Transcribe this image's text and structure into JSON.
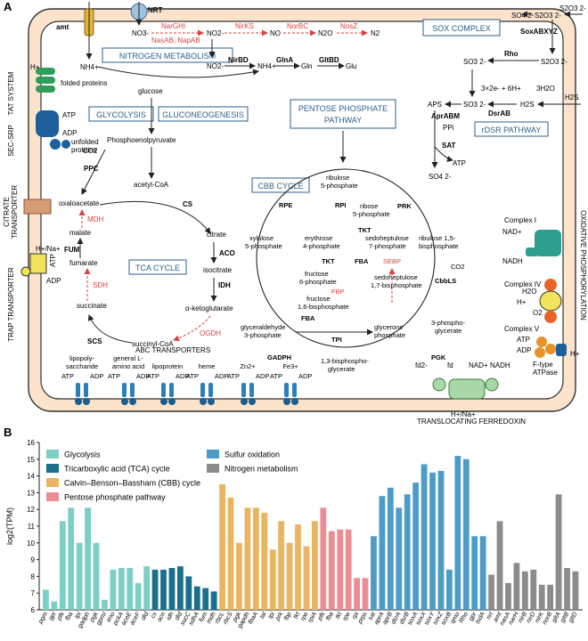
{
  "panel_a": {
    "label": "A",
    "boxes": {
      "nitrogen": "NITROGEN METABOLISM",
      "sox": "SOX COMPLEX",
      "glycolysis": "GLYCOLYSIS",
      "gluconeogenesis": "GLUCONEOGENESIS",
      "ppp": [
        "PENTOSE PHOSPHATE",
        "PATHWAY"
      ],
      "rdsr": "rDSR PATHWAY",
      "cbb": "CBB CYCLE",
      "tca": "TCA CYCLE"
    },
    "side_labels": {
      "tat": "TAT SYSTEM",
      "sec": "SEC-SRP",
      "citrate": [
        "CITRATE",
        "TRANSPORTER"
      ],
      "trap": "TRAP TRANSPORTER",
      "oxphos": "OXIDATIVE PHOSPHORYLATION",
      "abc": "ABC TRANSPORTERS",
      "translocating": "TRANSLOCATING FERREDOXIN"
    },
    "nitrogen": {
      "amt": "amt",
      "nrt": "NRT",
      "nh4_out": "NH4+",
      "nh4_in": "NH4+",
      "no3": "NO3-",
      "no2": "NO2-",
      "no": "NO",
      "n2o": "N2O",
      "n2": "N2",
      "nargh": "NarGHI",
      "napab": "NasAB, NapAB",
      "nirks": "NirKS",
      "norbc": "NorBC",
      "nosz": "NosZ",
      "no2_b": "NO2-",
      "nirbd": "NirBD",
      "nh4_b": "NH4+",
      "glna": "GlnA",
      "gln": "Gln",
      "gltbd": "GltBD",
      "glu": "Glu"
    },
    "sulfur": {
      "so4_a": "SO4 2-",
      "s2o3_a": "S2O3 2-",
      "s2o3_out": "S2O3 2-",
      "soxabxyz": "SoxABXYZ",
      "so3_a": "SO3 2-",
      "rho": "Rho",
      "s2o3_b": "S2O3 2-",
      "electrons": "3×2e- + 6H+",
      "h2o": "3H2O",
      "aps": "APS",
      "so3_b": "SO3 2-",
      "h2s": "H2S",
      "h2s_out": "H2S",
      "aprabm": "AprABM",
      "dsrab": "DsrAB",
      "ppi": "PPi",
      "sat": "SAT",
      "atp": "ATP",
      "so4_b": "SO4 2-"
    },
    "central": {
      "glucose": "glucose",
      "pep": "Phosphoenolpyruvate",
      "co2": "CO2",
      "ppc": "PPC",
      "acetyl": "acetyl-CoA",
      "cs": "CS",
      "oxaloacetate": "oxaloacetate",
      "mdh": "MDH",
      "malate": "malate",
      "fum": "FUM",
      "fumarate": "fumarate",
      "sdh": "SDH",
      "succinate": "succinate",
      "scs": "SCS",
      "succinylcoa": "succinyl-CoA",
      "ogdh": "OGDH",
      "akg": "α-ketoglutarate",
      "idh": "IDH",
      "isocitrate": "isocitrate",
      "aco": "ACO",
      "citrate": "citrate"
    },
    "cbb": {
      "rpe": "RPE",
      "r5p_top": [
        "ribulose",
        "5-phosphate"
      ],
      "rpi": "RPI",
      "ribose": [
        "ribose",
        "5-phosphate"
      ],
      "prk": "PRK",
      "xylulose": [
        "xylulose",
        "5-phosphate"
      ],
      "erythrose": [
        "erythrose",
        "4-phosphate"
      ],
      "sed7": [
        "sedoheptulose",
        "7-phosphate"
      ],
      "tkt": "TKT",
      "rubp": [
        "ribulose 1,5-",
        "bisphosphate"
      ],
      "f6p": [
        "fructose",
        "6-phosphate"
      ],
      "fba": "FBA",
      "sebp": "SEBP",
      "sed17": [
        "sedoheptulose",
        "1,7-bisphosphate"
      ],
      "cbbls": "CbbLS",
      "co2": "CO2",
      "fbp": "FBP",
      "f16bp": [
        "fructose",
        "1,6-bisphosphate"
      ],
      "g3p": [
        "glyceraldehyde",
        "3-phosphate"
      ],
      "tpi": "TPI",
      "glycerone": [
        "glycerone",
        "phosphate"
      ],
      "pga": [
        "3-phospho-",
        "glycerate"
      ],
      "gadph": "GADPH",
      "bpg": [
        "1,3-bisphospho-",
        "glycerate"
      ],
      "pgk": "PGK"
    },
    "membrane": {
      "tat_h": "H+",
      "folded": "folded proteins",
      "atp": "ATP",
      "adp": "ADP",
      "unfolded": [
        "unfolded",
        "proteins"
      ],
      "trap_h": "H+/Na+",
      "trap_atp": "ATP",
      "trap_adp": "ADP",
      "complex1": "Complex I",
      "nad": "NAD+",
      "nadh": "NADH",
      "complex4": "Complex IV",
      "h2o": "H2O",
      "hplus": "H+",
      "o2": "O2",
      "complex5": "Complex V",
      "c5_atp": "ATP",
      "c5_adp": "ADP",
      "c5_h": "H+",
      "ftype": [
        "F-type",
        "ATPase"
      ],
      "fd2": "fd2-",
      "fd": "fd",
      "nad2": "NAD+",
      "nadh2": "NADH",
      "hna2": "H+/Na+"
    },
    "abc": [
      {
        "name": [
          "lipopoly-",
          "saccharide"
        ],
        "atp": "ATP",
        "adp": "ADP"
      },
      {
        "name": [
          "general L-",
          "amino acid"
        ],
        "atp": "ATP",
        "adp": "ADP"
      },
      {
        "name": [
          "lipoprotein"
        ],
        "atp": "ATP",
        "adp": "ADP"
      },
      {
        "name": [
          "heme"
        ],
        "atp": "ATP",
        "adp": "ADP"
      },
      {
        "name": [
          "Zn2+"
        ],
        "atp": "ATP",
        "adp": "ADP"
      },
      {
        "name": [
          "Fe3+"
        ],
        "atp": "ATP",
        "adp": "ADP"
      }
    ]
  },
  "panel_b": {
    "label": "B",
    "chart_data": {
      "type": "bar",
      "ylabel": "log2(TPM)",
      "ylim": [
        6,
        16
      ],
      "yticks": [
        6,
        7,
        8,
        9,
        10,
        11,
        12,
        13,
        14,
        15,
        16
      ],
      "legend_placement": "top-left",
      "legend": [
        {
          "name": "Glycolysis",
          "color": "#7ccfc4"
        },
        {
          "name": "Tricarboxylic acid (TCA) cycle",
          "color": "#1a6f8c"
        },
        {
          "name": "Calvin–Benson–Bassham (CBB) cycle",
          "color": "#e9b560"
        },
        {
          "name": "Pentose phosphate pathway",
          "color": "#ea8d95"
        },
        {
          "name": "Sulfur oxidation",
          "color": "#4d9cc7"
        },
        {
          "name": "Nitrogen metabolism",
          "color": "#8c8c8c"
        }
      ],
      "series": [
        {
          "name": "Glycolysis",
          "color": "#7ccfc4",
          "categories": [
            "pgm",
            "gpi",
            "pfk",
            "fba",
            "tpi",
            "gadph",
            "pgk",
            "gpmI",
            "eno",
            "pckA",
            "aceE",
            "aceF",
            "dld"
          ],
          "values": [
            7.2,
            6.5,
            11.3,
            12.1,
            10.0,
            12.1,
            10.0,
            6.6,
            8.4,
            8.5,
            8.5,
            7.6,
            8.6
          ]
        },
        {
          "name": "Tricarboxylic acid (TCA) cycle",
          "color": "#1a6f8c",
          "categories": [
            "cs",
            "acn",
            "idh",
            "dld",
            "sucC",
            "sdhA",
            "fum",
            "mdh"
          ],
          "values": [
            8.4,
            8.4,
            8.5,
            8.6,
            8.0,
            7.4,
            7.3,
            7.1
          ]
        },
        {
          "name": "Calvin–Benson–Bassham (CBB) cycle",
          "color": "#e9b560",
          "categories": [
            "rbcL",
            "rbcS",
            "pgk",
            "gapdh",
            "fbaA",
            "tal",
            "tpi",
            "prk",
            "fbp",
            "tkt",
            "rpe",
            "rpiA"
          ],
          "values": [
            13.5,
            12.7,
            10.0,
            12.1,
            12.1,
            11.8,
            9.6,
            11.3,
            10.0,
            11.1,
            9.8,
            11.3
          ]
        },
        {
          "name": "Pentose phosphate pathway",
          "color": "#ea8d95",
          "categories": [
            "pfk",
            "fba",
            "tkt",
            "rpe",
            "rpi",
            "prps"
          ],
          "values": [
            12.1,
            10.7,
            10.8,
            10.8,
            7.9,
            7.9
          ]
        },
        {
          "name": "Sulfur oxidation",
          "color": "#4d9cc7",
          "categories": [
            "sat",
            "aprA",
            "aprB",
            "dsrA",
            "dsrB",
            "soxA",
            "soxX",
            "soxY",
            "soxZ",
            "soxB",
            "qmo",
            "Rho",
            "gpr",
            "tsdA"
          ],
          "values": [
            10.4,
            12.8,
            13.3,
            12.1,
            12.9,
            13.6,
            14.7,
            14.2,
            14.3,
            8.4,
            15.2,
            15.0,
            10.4,
            10.4
          ]
        },
        {
          "name": "Nitrogen metabolism",
          "color": "#8c8c8c",
          "categories": [
            "nrt",
            "amt",
            "nasA",
            "narH",
            "nirB",
            "nirD",
            "nirK",
            "norB",
            "gltA",
            "gltB",
            "gltD"
          ],
          "values": [
            8.1,
            11.3,
            7.6,
            8.8,
            8.3,
            8.4,
            7.5,
            7.5,
            12.9,
            8.5,
            8.3
          ]
        }
      ]
    }
  }
}
